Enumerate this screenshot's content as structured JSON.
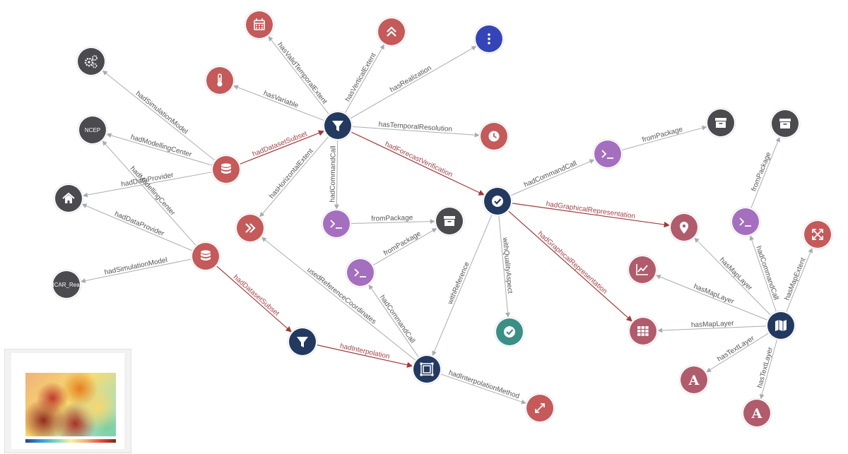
{
  "nodes": [
    {
      "id": "calendar",
      "icon": "calendar-icon",
      "color": "#c45a5a",
      "text": ""
    },
    {
      "id": "vertical",
      "icon": "chevrons-up-icon",
      "color": "#c45a5a",
      "text": ""
    },
    {
      "id": "realization",
      "icon": "kebab-icon",
      "color": "#3545b8",
      "text": ""
    },
    {
      "id": "gears",
      "icon": "gears-icon",
      "color": "#4a4a4f",
      "text": ""
    },
    {
      "id": "thermo",
      "icon": "thermometer-icon",
      "color": "#c45a5a",
      "text": ""
    },
    {
      "id": "filter1",
      "icon": "filter-icon",
      "color": "#24395f",
      "text": ""
    },
    {
      "id": "clock",
      "icon": "clock-icon",
      "color": "#c45a5a",
      "text": ""
    },
    {
      "id": "ncep",
      "icon": "",
      "color": "#4a4a4f",
      "text": "NCEP"
    },
    {
      "id": "db1",
      "icon": "database-icon",
      "color": "#c45a5a",
      "text": ""
    },
    {
      "id": "home",
      "icon": "home-icon",
      "color": "#4a4a4f",
      "text": ""
    },
    {
      "id": "hz",
      "icon": "chevrons-right-icon",
      "color": "#c45a5a",
      "text": ""
    },
    {
      "id": "term1",
      "icon": "terminal-icon",
      "color": "#a56fbf",
      "text": ""
    },
    {
      "id": "box1",
      "icon": "box-icon",
      "color": "#4a4a4f",
      "text": ""
    },
    {
      "id": "db2",
      "icon": "database-icon",
      "color": "#c45a5a",
      "text": ""
    },
    {
      "id": "ncar",
      "icon": "",
      "color": "#4a4a4f",
      "text": "NCAR_Rean"
    },
    {
      "id": "term2",
      "icon": "terminal-icon",
      "color": "#a56fbf",
      "text": ""
    },
    {
      "id": "filter2",
      "icon": "filter-icon",
      "color": "#24395f",
      "text": ""
    },
    {
      "id": "interp",
      "icon": "interp-icon",
      "color": "#24395f",
      "text": ""
    },
    {
      "id": "expand",
      "icon": "expand-icon",
      "color": "#c45a5a",
      "text": ""
    },
    {
      "id": "verif",
      "icon": "check-icon",
      "color": "#24395f",
      "text": ""
    },
    {
      "id": "quality",
      "icon": "check-icon",
      "color": "#3b8f86",
      "text": ""
    },
    {
      "id": "term3",
      "icon": "terminal-icon",
      "color": "#a56fbf",
      "text": ""
    },
    {
      "id": "box2",
      "icon": "box-icon",
      "color": "#4a4a4f",
      "text": ""
    },
    {
      "id": "pin",
      "icon": "pin-icon",
      "color": "#b05c6c",
      "text": ""
    },
    {
      "id": "grid",
      "icon": "grid-icon",
      "color": "#b05c6c",
      "text": ""
    },
    {
      "id": "chart",
      "icon": "linechart-icon",
      "color": "#b05c6c",
      "text": ""
    },
    {
      "id": "box3",
      "icon": "box-icon",
      "color": "#4a4a4f",
      "text": ""
    },
    {
      "id": "term4",
      "icon": "terminal-icon",
      "color": "#a56fbf",
      "text": ""
    },
    {
      "id": "resize",
      "icon": "resize-icon",
      "color": "#c45a5a",
      "text": ""
    },
    {
      "id": "map",
      "icon": "map-icon",
      "color": "#24395f",
      "text": ""
    },
    {
      "id": "textA1",
      "icon": "text-a-icon",
      "color": "#b05c6c",
      "text": ""
    },
    {
      "id": "textA2",
      "icon": "text-a-icon",
      "color": "#b05c6c",
      "text": ""
    }
  ],
  "edges": [
    {
      "from": "filter1",
      "to": "calendar",
      "label": "hasValidTemporalExtent",
      "style": "gray"
    },
    {
      "from": "filter1",
      "to": "vertical",
      "label": "hasVerticalExtent",
      "style": "gray"
    },
    {
      "from": "filter1",
      "to": "realization",
      "label": "hasRealization",
      "style": "gray"
    },
    {
      "from": "filter1",
      "to": "thermo",
      "label": "hasVariable",
      "style": "gray"
    },
    {
      "from": "filter1",
      "to": "clock",
      "label": "hasTemporalResolution",
      "style": "gray"
    },
    {
      "from": "filter1",
      "to": "hz",
      "label": "hasHorizontalExtent",
      "style": "gray"
    },
    {
      "from": "filter1",
      "to": "term1",
      "label": "hadCommandCall",
      "style": "gray"
    },
    {
      "from": "filter1",
      "to": "verif",
      "label": "hadForecastVerification",
      "style": "red"
    },
    {
      "from": "db1",
      "to": "filter1",
      "label": "hadDatasetSubset",
      "style": "red"
    },
    {
      "from": "db1",
      "to": "gears",
      "label": "hadSimulationModel",
      "style": "gray"
    },
    {
      "from": "db1",
      "to": "ncep",
      "label": "hadModellingCenter",
      "style": "gray"
    },
    {
      "from": "db1",
      "to": "home",
      "label": "hadDataProvider",
      "style": "gray"
    },
    {
      "from": "db2",
      "to": "home",
      "label": "hadDataProvider",
      "style": "gray"
    },
    {
      "from": "db2",
      "to": "ncep",
      "label": "hadModellingCenter",
      "style": "gray"
    },
    {
      "from": "db2",
      "to": "ncar",
      "label": "hadSimulationModel",
      "style": "gray"
    },
    {
      "from": "db2",
      "to": "filter2",
      "label": "hadDatasetSubset",
      "style": "red"
    },
    {
      "from": "term1",
      "to": "box1",
      "label": "fromPackage",
      "style": "gray"
    },
    {
      "from": "term2",
      "to": "box1",
      "label": "fromPackage",
      "style": "gray"
    },
    {
      "from": "interp",
      "to": "term2",
      "label": "hadCommandCall",
      "style": "gray"
    },
    {
      "from": "interp",
      "to": "hz",
      "label": "usedReferenceCoordinates",
      "style": "gray"
    },
    {
      "from": "filter2",
      "to": "interp",
      "label": "hadInterpolation",
      "style": "red"
    },
    {
      "from": "interp",
      "to": "expand",
      "label": "hadInterpolationMethod",
      "style": "gray"
    },
    {
      "from": "verif",
      "to": "interp",
      "label": "withReference",
      "style": "gray"
    },
    {
      "from": "verif",
      "to": "quality",
      "label": "withQualityAspect",
      "style": "gray"
    },
    {
      "from": "verif",
      "to": "term3",
      "label": "hadCommandCall",
      "style": "gray"
    },
    {
      "from": "term3",
      "to": "box2",
      "label": "fromPackage",
      "style": "gray"
    },
    {
      "from": "verif",
      "to": "pin",
      "label": "hadGraphicalRepresentation",
      "style": "red"
    },
    {
      "from": "verif",
      "to": "grid",
      "label": "hadGraphicalRepresentation",
      "style": "red"
    },
    {
      "from": "term4",
      "to": "box3",
      "label": "fromPackage",
      "style": "gray"
    },
    {
      "from": "map",
      "to": "term4",
      "label": "hadCommandCall",
      "style": "gray"
    },
    {
      "from": "map",
      "to": "resize",
      "label": "hasMapExtent",
      "style": "gray"
    },
    {
      "from": "map",
      "to": "pin",
      "label": "hasMapLayer",
      "style": "gray"
    },
    {
      "from": "map",
      "to": "chart",
      "label": "hasMapLayer",
      "style": "gray"
    },
    {
      "from": "map",
      "to": "grid",
      "label": "hasMapLayer",
      "style": "gray"
    },
    {
      "from": "map",
      "to": "textA1",
      "label": "hasTextLayer",
      "style": "gray"
    },
    {
      "from": "map",
      "to": "textA2",
      "label": "hasTextLayer",
      "style": "gray"
    }
  ],
  "colors": {
    "edge_gray": "#a8acb2",
    "edge_red": "#a03a3a",
    "label_red": "#a0444a",
    "label_gray": "#555555"
  }
}
